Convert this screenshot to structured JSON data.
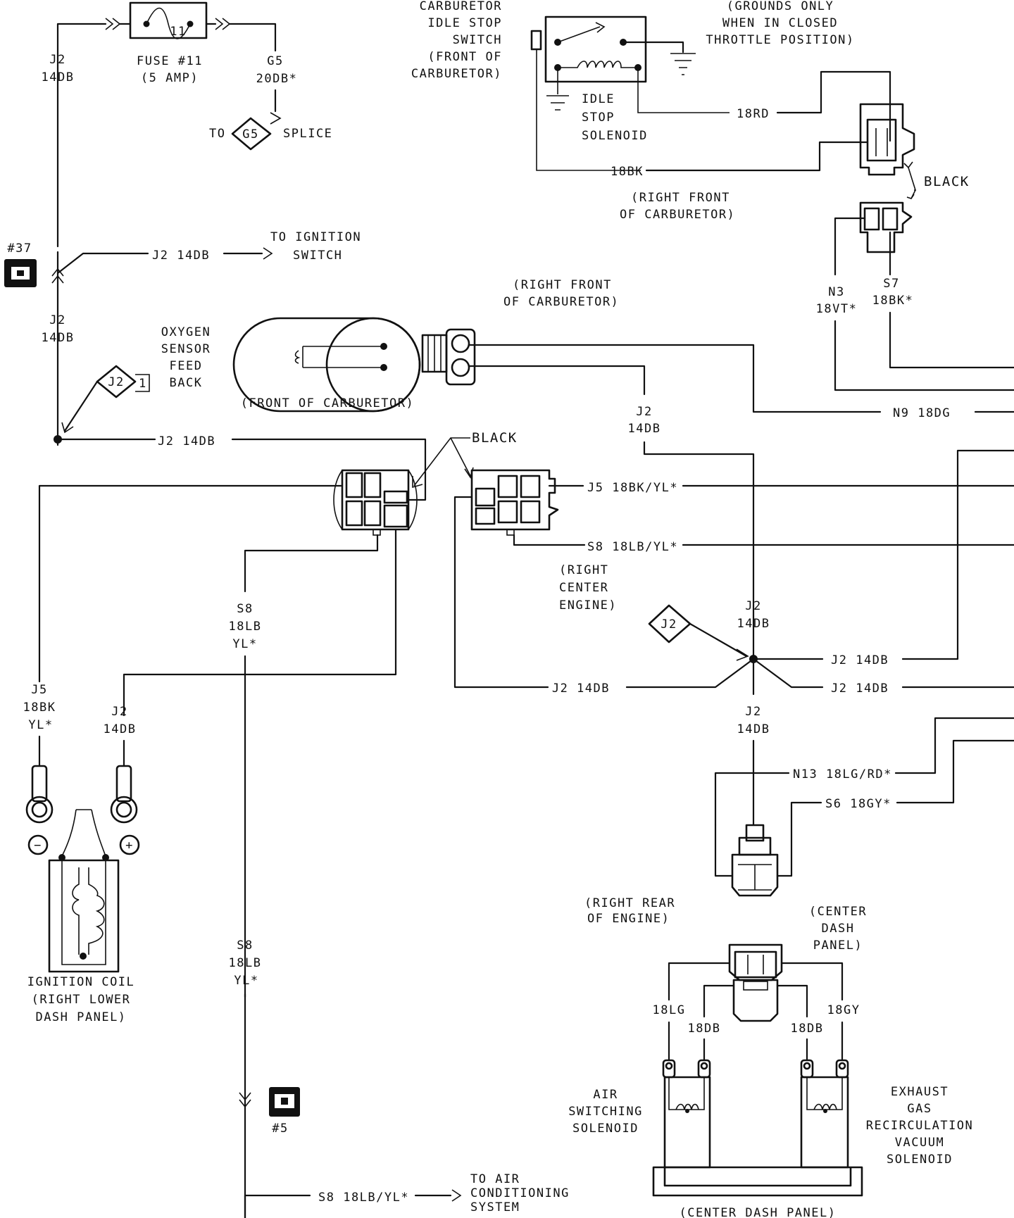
{
  "fuse": {
    "label": "FUSE #11",
    "rating": "(5 AMP)",
    "number": "11"
  },
  "wires": {
    "j2_top_left": [
      "J2",
      "14DB"
    ],
    "g5_fuse": [
      "G5",
      "20DB*"
    ],
    "j2_to_ignition": "J2 14DB",
    "j2_mid_left": [
      "J2",
      "14DB"
    ],
    "j2_feed_h": "J2 14DB",
    "j2_o2_down": [
      "J2",
      "14DB"
    ],
    "rd_18": "18RD",
    "bk_18": "18BK",
    "n3": [
      "N3",
      "18VT*"
    ],
    "s7": [
      "S7",
      "18BK*"
    ],
    "n9": "N9 18DG",
    "j5_h": "J5 18BK/YL*",
    "s8_h": "S8 18LB/YL*",
    "s8_vert": [
      "S8",
      "18LB",
      "YL*"
    ],
    "j5_coil": [
      "J5",
      "18BK",
      "YL*"
    ],
    "j2_coil": [
      "J2",
      "14DB"
    ],
    "j2_center": [
      "J2",
      "14DB"
    ],
    "j2_right_1": "J2 14DB",
    "j2_right_2": "J2 14DB",
    "j2_left_center": "J2 14DB",
    "j2_down": [
      "J2",
      "14DB"
    ],
    "n13": "N13 18LG/RD*",
    "s6": "S6 18GY*",
    "s8_lower": [
      "S8",
      "18LB",
      "YL*"
    ],
    "s8_bottom": "S8 18LB/YL*",
    "lg_18": "18LG",
    "db_18_a": "18DB",
    "db_18_b": "18DB",
    "gy_18": "18GY"
  },
  "markers": {
    "to_g5": "TO",
    "g5": "G5",
    "splice": "SPLICE",
    "j2_diamond_1": "J2",
    "j2_diamond_1_num": "1",
    "j2_diamond_2": "J2",
    "ground_37": "#37",
    "ground_5": "#5"
  },
  "labels": {
    "to_ignition_switch": [
      "TO IGNITION",
      "SWITCH"
    ],
    "carb_idle_stop_switch": [
      "CARBURETOR",
      "IDLE STOP",
      "SWITCH",
      "(FRONT OF",
      "CARBURETOR)"
    ],
    "grounds_only": [
      "(GROUNDS ONLY",
      "WHEN IN CLOSED",
      "THROTTLE POSITION)"
    ],
    "idle_stop_solenoid": [
      "IDLE",
      "STOP",
      "SOLENOID"
    ],
    "black_1": "BLACK",
    "right_front_carb_1": [
      "(RIGHT FRONT",
      "OF CARBURETOR)"
    ],
    "right_front_carb_2": [
      "(RIGHT FRONT",
      "OF CARBURETOR)"
    ],
    "oxygen_sensor": [
      "OXYGEN",
      "SENSOR",
      "FEED",
      "BACK"
    ],
    "front_of_carb": "(FRONT OF CARBURETOR)",
    "black_2": "BLACK",
    "right_center_engine": [
      "(RIGHT",
      "CENTER",
      "ENGINE)"
    ],
    "ignition_coil": [
      "IGNITION COIL",
      "(RIGHT LOWER",
      "DASH PANEL)"
    ],
    "right_rear_engine": [
      "(RIGHT REAR",
      "OF ENGINE)"
    ],
    "center_dash_panel_top": [
      "(CENTER",
      "DASH",
      "PANEL)"
    ],
    "air_switching": [
      "AIR",
      "SWITCHING",
      "SOLENOID"
    ],
    "egr_solenoid": [
      "EXHAUST",
      "GAS",
      "RECIRCULATION",
      "VACUUM",
      "SOLENOID"
    ],
    "to_air_conditioning": [
      "TO AIR",
      "CONDITIONING",
      "SYSTEM"
    ],
    "center_dash_panel_bottom": "(CENTER DASH PANEL)",
    "coil_minus": "−",
    "coil_plus": "+"
  }
}
